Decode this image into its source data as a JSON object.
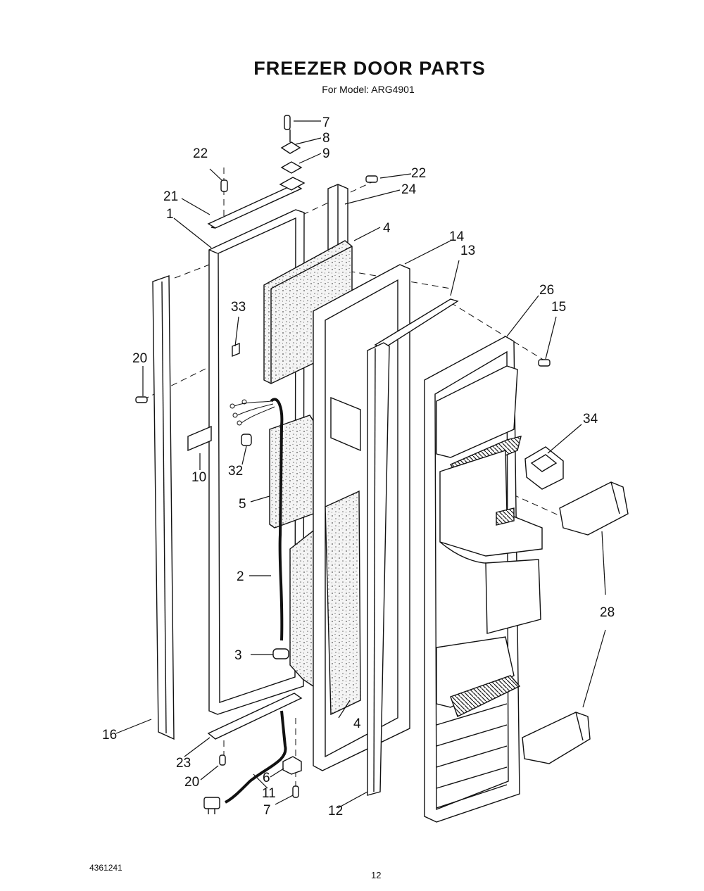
{
  "title": "FREEZER DOOR PARTS",
  "subtitle": "For Model: ARG4901",
  "footer_code": "4361241",
  "page_number": "12",
  "callouts": [
    {
      "id": "c7a",
      "text": "7"
    },
    {
      "id": "c8",
      "text": "8"
    },
    {
      "id": "c9",
      "text": "9"
    },
    {
      "id": "c22a",
      "text": "22"
    },
    {
      "id": "c22b",
      "text": "22"
    },
    {
      "id": "c24",
      "text": "24"
    },
    {
      "id": "c21",
      "text": "21"
    },
    {
      "id": "c1",
      "text": "1"
    },
    {
      "id": "c4a",
      "text": "4"
    },
    {
      "id": "c14",
      "text": "14"
    },
    {
      "id": "c13",
      "text": "13"
    },
    {
      "id": "c26",
      "text": "26"
    },
    {
      "id": "c15",
      "text": "15"
    },
    {
      "id": "c33",
      "text": "33"
    },
    {
      "id": "c20a",
      "text": "20"
    },
    {
      "id": "c34",
      "text": "34"
    },
    {
      "id": "c10",
      "text": "10"
    },
    {
      "id": "c32",
      "text": "32"
    },
    {
      "id": "c5",
      "text": "5"
    },
    {
      "id": "c2",
      "text": "2"
    },
    {
      "id": "c28",
      "text": "28"
    },
    {
      "id": "c3",
      "text": "3"
    },
    {
      "id": "c4b",
      "text": "4"
    },
    {
      "id": "c16",
      "text": "16"
    },
    {
      "id": "c23",
      "text": "23"
    },
    {
      "id": "c20b",
      "text": "20"
    },
    {
      "id": "c6",
      "text": "6"
    },
    {
      "id": "c11",
      "text": "11"
    },
    {
      "id": "c7b",
      "text": "7"
    },
    {
      "id": "c12",
      "text": "12"
    }
  ],
  "colors": {
    "ink": "#111111",
    "paper": "#ffffff",
    "foam": "#eeeeee"
  }
}
